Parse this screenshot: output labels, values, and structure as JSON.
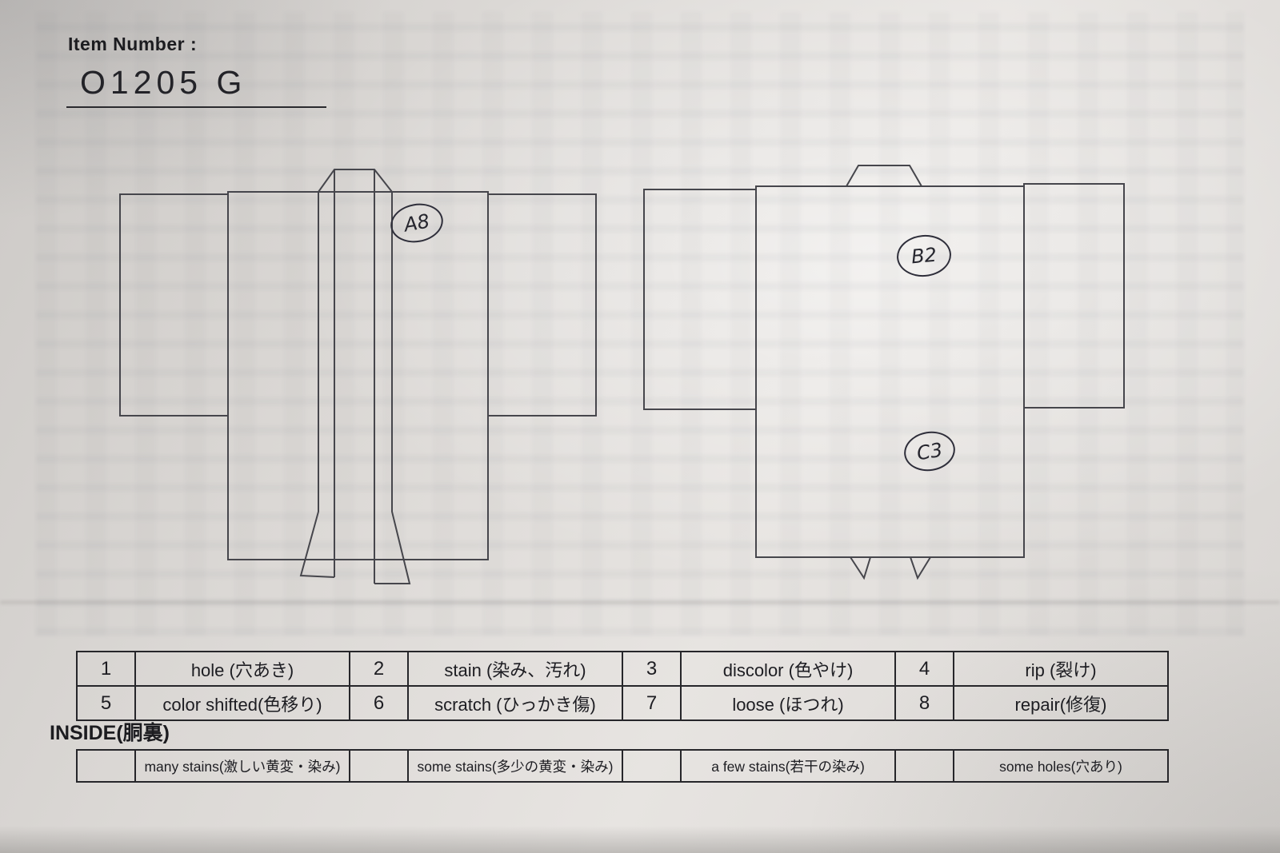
{
  "colors": {
    "paper": "#dcd9d6",
    "ink": "#222226"
  },
  "header": {
    "item_number_label": "Item Number :",
    "item_number_value": "O1205  G"
  },
  "annotations": [
    {
      "code": "A8",
      "location": "front-collar"
    },
    {
      "code": "B2",
      "location": "back-upper"
    },
    {
      "code": "C3",
      "location": "back-lower"
    }
  ],
  "legend": {
    "row1": [
      {
        "num": "1",
        "label": "hole (穴あき)"
      },
      {
        "num": "2",
        "label": "stain (染み、汚れ)"
      },
      {
        "num": "3",
        "label": "discolor (色やけ)"
      },
      {
        "num": "4",
        "label": "rip (裂け)"
      }
    ],
    "row2": [
      {
        "num": "5",
        "label": "color shifted(色移り)"
      },
      {
        "num": "6",
        "label": "scratch (ひっかき傷)"
      },
      {
        "num": "7",
        "label": "loose (ほつれ)"
      },
      {
        "num": "8",
        "label": "repair(修復)"
      }
    ]
  },
  "inside": {
    "title": "INSIDE(胴裏)",
    "options": [
      {
        "label": "many stains(激しい黄変・染み)"
      },
      {
        "label": "some stains(多少の黄変・染み)"
      },
      {
        "label": "a few stains(若干の染み)"
      },
      {
        "label": "some holes(穴あり)"
      }
    ]
  }
}
